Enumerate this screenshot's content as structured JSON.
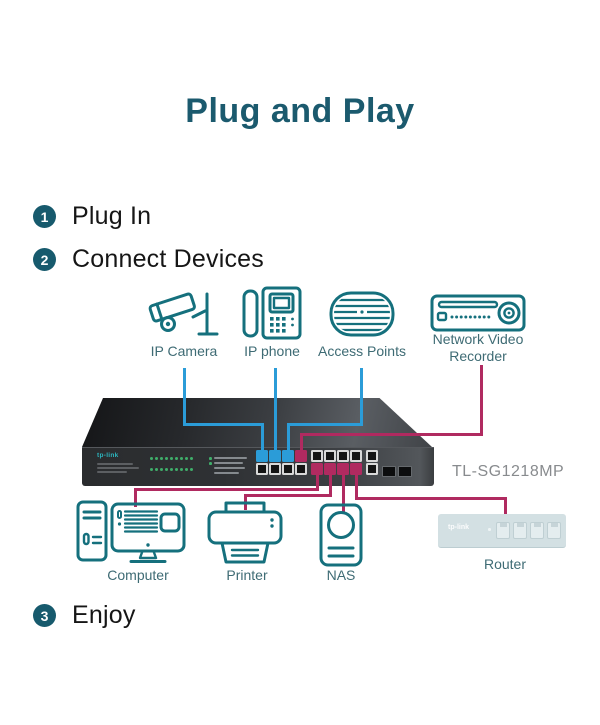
{
  "title": "Plug and Play",
  "steps": [
    {
      "number": "1",
      "label": "Plug In"
    },
    {
      "number": "2",
      "label": "Connect Devices"
    },
    {
      "number": "3",
      "label": "Enjoy"
    }
  ],
  "devices_top": [
    {
      "label": "IP Camera",
      "icon": "ip-camera"
    },
    {
      "label": "IP phone",
      "icon": "ip-phone"
    },
    {
      "label": "Access Points",
      "icon": "access-point"
    },
    {
      "label": "Network Video Recorder",
      "icon": "network-video-recorder"
    }
  ],
  "devices_bottom": [
    {
      "label": "Computer",
      "icon": "computer"
    },
    {
      "label": "Printer",
      "icon": "printer"
    },
    {
      "label": "NAS",
      "icon": "nas"
    },
    {
      "label": "Router",
      "icon": "router",
      "logo": "tp-link"
    }
  ],
  "switch": {
    "model_label": "TL-SG1218MP",
    "brand_logo": "tp-link",
    "port_groups": [
      {
        "top": [
          "blue",
          "blue",
          "blue",
          "magenta"
        ],
        "bottom": [
          "empty",
          "empty",
          "empty",
          "empty"
        ]
      },
      {
        "top": [
          "empty",
          "empty",
          "empty",
          "empty"
        ],
        "bottom": [
          "magenta",
          "magenta",
          "magenta",
          "magenta"
        ]
      },
      {
        "top": [
          "empty"
        ],
        "bottom": [
          "empty"
        ]
      }
    ],
    "sfp_slot_count": 2
  },
  "connections": [
    {
      "from": "IP Camera",
      "to": "switch port 1",
      "color": "blue"
    },
    {
      "from": "IP phone",
      "to": "switch port 2",
      "color": "blue"
    },
    {
      "from": "Access Points",
      "to": "switch port 3",
      "color": "blue"
    },
    {
      "from": "Network Video Recorder",
      "to": "switch port 4",
      "color": "magenta"
    },
    {
      "from": "switch",
      "to": "Computer",
      "color": "magenta"
    },
    {
      "from": "switch",
      "to": "Printer",
      "color": "magenta"
    },
    {
      "from": "switch",
      "to": "NAS",
      "color": "magenta"
    },
    {
      "from": "switch",
      "to": "Router",
      "color": "magenta"
    }
  ],
  "colors": {
    "title": "#1b5a6e",
    "step_circle": "#175a6d",
    "icon_stroke": "#15707d",
    "label_text": "#3e6b74",
    "cable_blue": "#2b9cd8",
    "cable_magenta": "#b02a60",
    "led_green": "#3fae6a",
    "model_text": "#888b8e"
  }
}
